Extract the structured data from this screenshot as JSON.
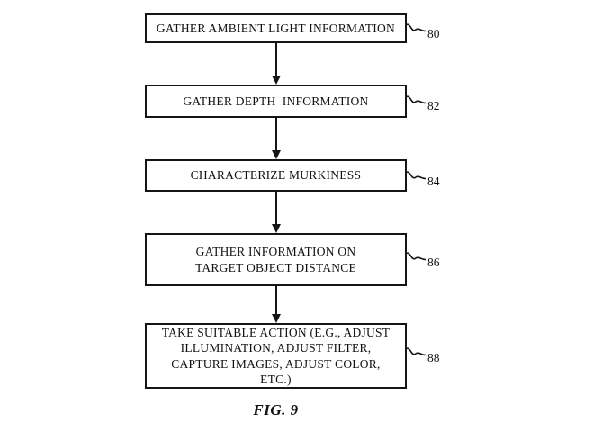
{
  "figure": {
    "caption": "FIG. 9",
    "background_color": "#ffffff",
    "line_color": "#151515"
  },
  "flowchart": {
    "type": "flowchart",
    "direction": "top-down",
    "steps": [
      {
        "label": "GATHER AMBIENT LIGHT INFORMATION",
        "ref": "80"
      },
      {
        "label": "GATHER DEPTH  INFORMATION",
        "ref": "82"
      },
      {
        "label": "CHARACTERIZE MURKINESS",
        "ref": "84"
      },
      {
        "label": "GATHER INFORMATION ON\nTARGET OBJECT DISTANCE",
        "ref": "86"
      },
      {
        "label": "TAKE SUITABLE ACTION (E.G., ADJUST\nILLUMINATION, ADJUST FILTER,\nCAPTURE IMAGES, ADJUST COLOR,\nETC.)",
        "ref": "88"
      }
    ]
  }
}
